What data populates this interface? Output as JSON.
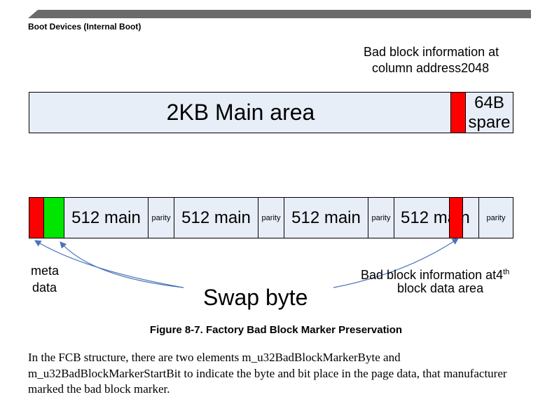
{
  "header": {
    "section_title": "Boot Devices (Internal Boot)"
  },
  "figure": {
    "top_label_line1": "Bad block information at",
    "top_label_line2": "column address",
    "top_label_value": "2048",
    "main_area_label": "2KB Main area",
    "spare_line1": "64B",
    "spare_line2": "spare",
    "segments": [
      {
        "main": "512 main",
        "parity": "parity"
      },
      {
        "main": "512 main",
        "parity": "parity"
      },
      {
        "main": "512 main",
        "parity": "parity"
      },
      {
        "main": "512 main",
        "parity": "parity"
      }
    ],
    "meta_line1": "meta",
    "meta_line2": "data",
    "swap_label": "Swap byte",
    "bottom_label_line1": "Bad block information at",
    "bottom_label_number": "4",
    "bottom_label_sup": "th",
    "bottom_label_line2": "block data area",
    "caption": "Figure 8-7. Factory Bad Block Marker Preservation",
    "colors": {
      "area_fill": "#e8eef8",
      "marker_red": "#ff0000",
      "meta_green": "#00e600",
      "arrow_blue": "#4a72b8",
      "header_gray": "#6b6b6b"
    }
  },
  "body": {
    "paragraph": "In the FCB structure, there are two elements m_u32BadBlockMarkerByte and m_u32BadBlockMarkerStartBit to indicate the byte and bit place in the page data, that manufacturer marked the bad block marker."
  }
}
